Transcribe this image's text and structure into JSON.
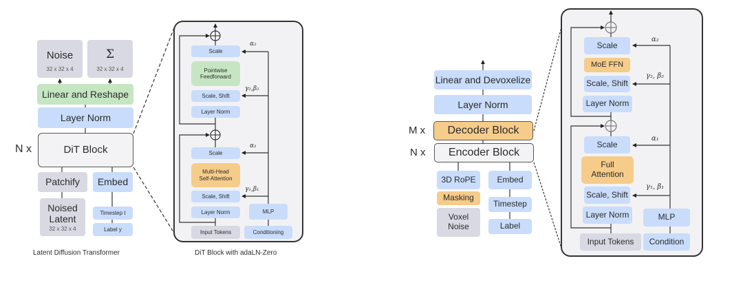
{
  "left_diagram": {
    "caption": "Latent Diffusion Transformer",
    "noise": {
      "label": "Noise",
      "dims": "32 x 32 x 4"
    },
    "sigma": {
      "label": "Σ",
      "dims": "32 x 32 x 4"
    },
    "linear_reshape": "Linear and Reshape",
    "layer_norm": "Layer Norm",
    "dit_block": "DiT Block",
    "repeat_label": "N x",
    "patchify": "Patchify",
    "embed": "Embed",
    "noised_latent": {
      "line1": "Noised",
      "line2": "Latent",
      "dims": "32 x 32 x 4"
    },
    "timestep": "Timestep t",
    "label": "Label y"
  },
  "dit_block_detail": {
    "caption": "DiT Block with adaLN-Zero",
    "scale_top": "Scale",
    "pointwise_ff": {
      "line1": "Pointwise",
      "line2": "Feedforward"
    },
    "scale_shift_top": "Scale, Shift",
    "layer_norm_top": "Layer Norm",
    "scale_bottom": "Scale",
    "mhsa": {
      "line1": "Multi-Head",
      "line2": "Self-Attention"
    },
    "scale_shift_bottom": "Scale, Shift",
    "layer_norm_bottom": "Layer Norm",
    "mlp": "MLP",
    "input_tokens": "Input Tokens",
    "conditioning": "Conditioning",
    "alpha2": "α₂",
    "gamma2_beta2": "γ₂,β₂",
    "alpha1": "α₁",
    "gamma1_beta1": "γ₁,β₁"
  },
  "right_diagram": {
    "linear_devoxelize": "Linear and Devoxelize",
    "layer_norm": "Layer Norm",
    "decoder_block": "Decoder Block",
    "decoder_repeat": "M x",
    "encoder_block": "Encoder Block",
    "encoder_repeat": "N x",
    "rope": "3D RoPE",
    "masking": "Masking",
    "voxel_noise": {
      "line1": "Voxel",
      "line2": "Noise"
    },
    "embed": "Embed",
    "timestep": "Timestep",
    "label": "Label"
  },
  "block_detail_right": {
    "scale_top": "Scale",
    "moe_ffn": "MoE FFN",
    "scale_shift_top": "Scale, Shift",
    "layer_norm_top": "Layer Norm",
    "scale_bottom": "Scale",
    "full_attention": {
      "line1": "Full",
      "line2": "Attention"
    },
    "scale_shift_bottom": "Scale, Shift",
    "layer_norm_bottom": "Layer Norm",
    "mlp": "MLP",
    "input_tokens": "Input Tokens",
    "condition": "Condition",
    "alpha2": "α₂",
    "gamma2_beta2": "γ₂, β₂",
    "alpha1": "α₁",
    "gamma1_beta1": "γ₁, β₁"
  },
  "colors": {
    "blue_block": "#c9dcfb",
    "green_block": "#c6e6c3",
    "orange_block": "#f6cc8a",
    "gray_block": "#d8d9e2",
    "panel_bg": "#f2f2f4"
  }
}
